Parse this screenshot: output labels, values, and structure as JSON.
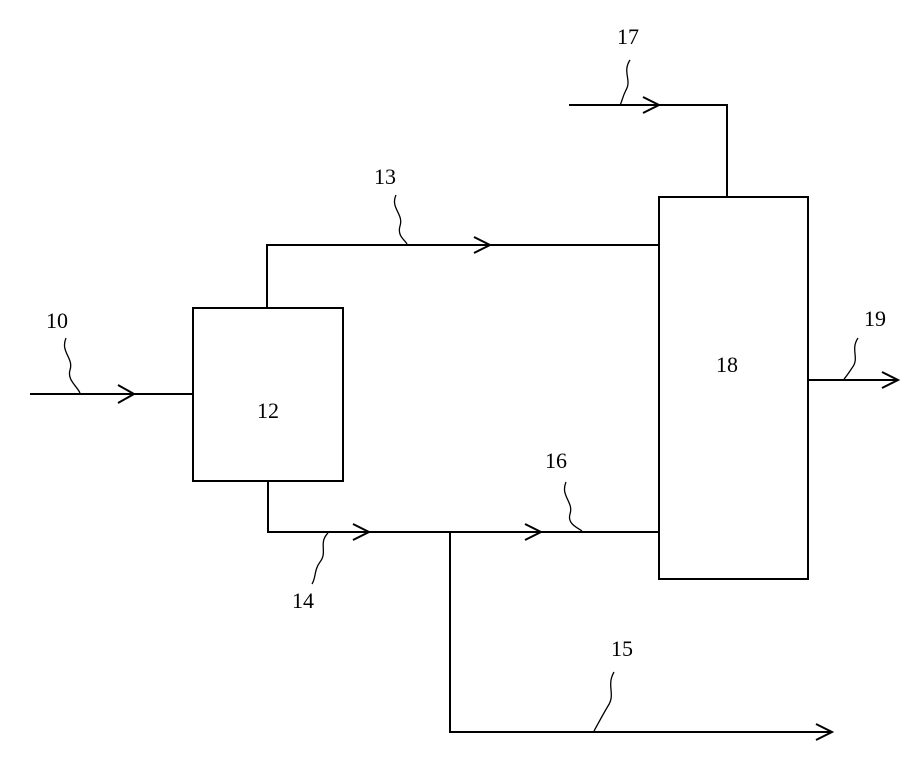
{
  "units": {
    "feed_stream": "10",
    "first_unit": "12",
    "upper_stream": "13",
    "lower_stream": "14",
    "bypass_stream": "15",
    "branch_stream": "16",
    "top_feed_stream": "17",
    "second_unit": "18",
    "product_stream": "19"
  },
  "colors": {
    "ink": "#000000",
    "background": "#ffffff"
  }
}
